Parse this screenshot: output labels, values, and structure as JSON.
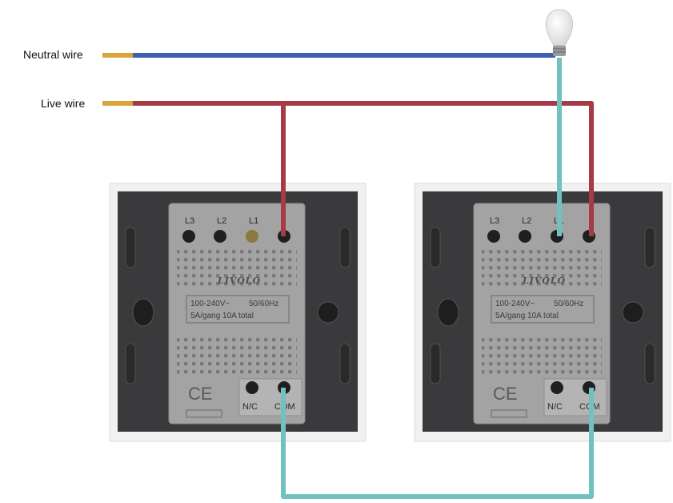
{
  "labels": {
    "neutral": "Neutral wire",
    "live": "Live wire"
  },
  "switch_panel": {
    "terminals": {
      "l3": "L3",
      "l2": "L2",
      "l1": "L1",
      "nc": "N/C",
      "com": "COM"
    },
    "brand": "LIVOLO",
    "spec_voltage": "100-240V~",
    "spec_freq": "50/60Hz",
    "spec_load": "5A/gang  10A total",
    "ce_mark": "CE"
  },
  "colors": {
    "neutral_wire": "#3f5fb4",
    "live_wire": "#a63a47",
    "traveler_wire": "#6fc2c0",
    "panel": "#a3a3a3",
    "plate": "#3a3a3c",
    "bulb": "#e8e8e8"
  },
  "icons": {
    "bulb": "light-bulb-icon",
    "terminal": "screw-terminal-icon",
    "gang": "down-arrow-glyph"
  }
}
